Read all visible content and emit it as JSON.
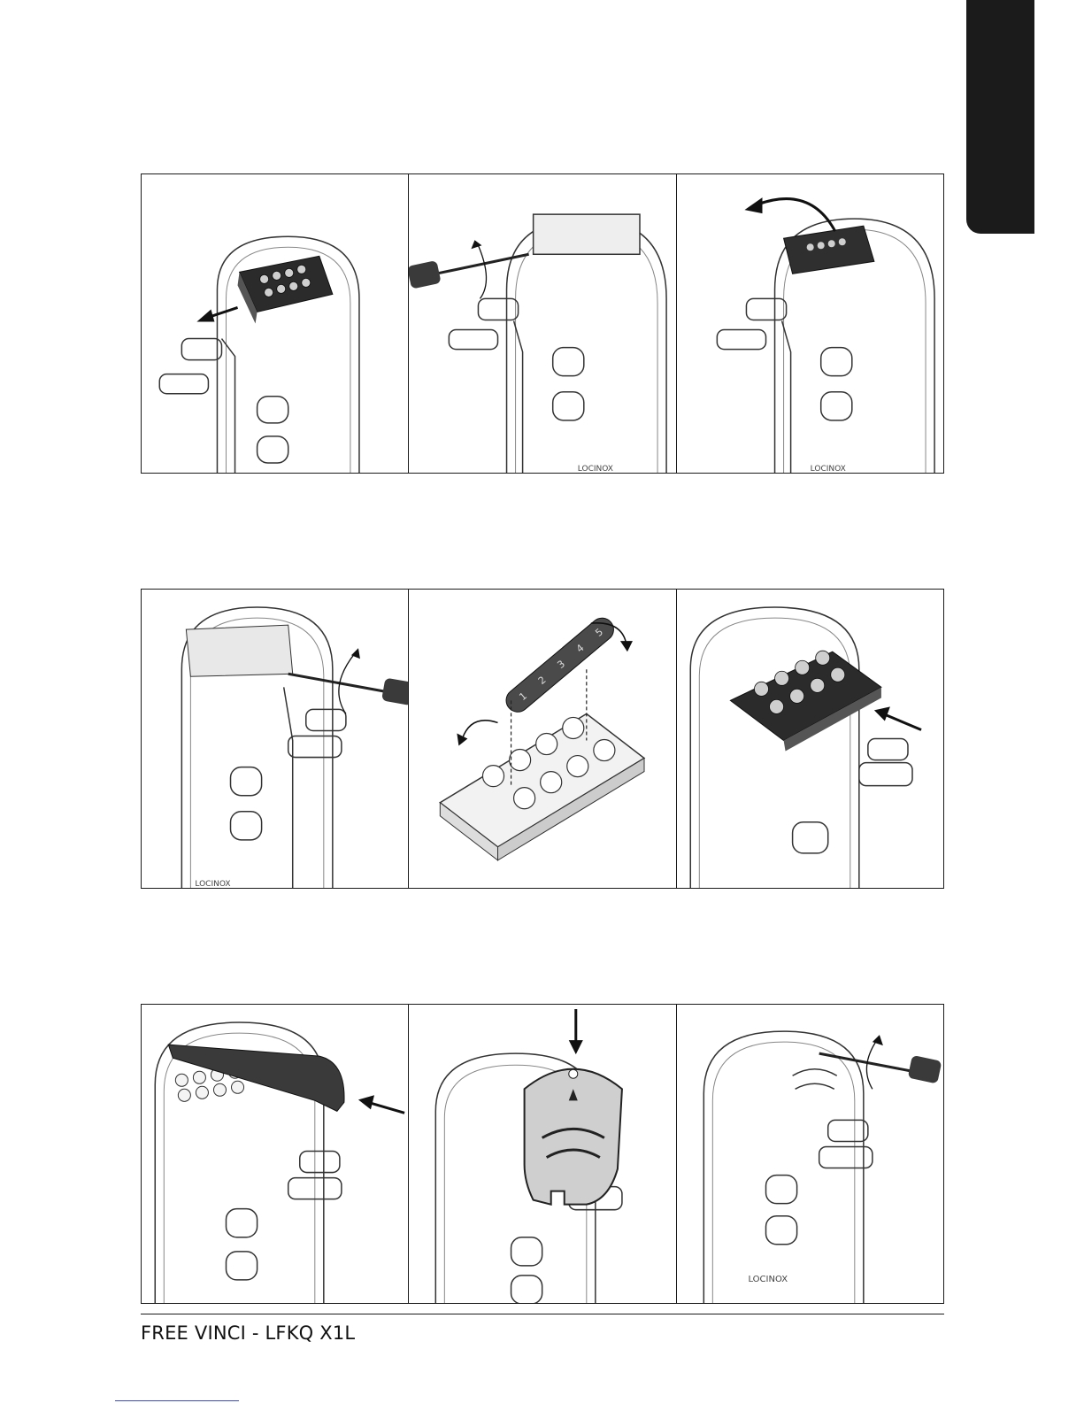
{
  "document": {
    "footer_title": "FREE VINCI - LFKQ X1L",
    "side_tab_color": "#1b1b1b"
  },
  "panels": [
    {
      "row": 1,
      "step": 1,
      "brand": ""
    },
    {
      "row": 1,
      "step": 2,
      "brand": "LOCINOX"
    },
    {
      "row": 1,
      "step": 3,
      "brand": "LOCINOX"
    },
    {
      "row": 2,
      "step": 1,
      "brand": "LOCINOX"
    },
    {
      "row": 2,
      "step": 2,
      "strip_numbers": [
        "1",
        "2",
        "3",
        "4",
        "5"
      ]
    },
    {
      "row": 2,
      "step": 3,
      "brand": ""
    },
    {
      "row": 3,
      "step": 1,
      "brand": ""
    },
    {
      "row": 3,
      "step": 2,
      "brand": ""
    },
    {
      "row": 3,
      "step": 3,
      "brand": "LOCINOX"
    }
  ]
}
